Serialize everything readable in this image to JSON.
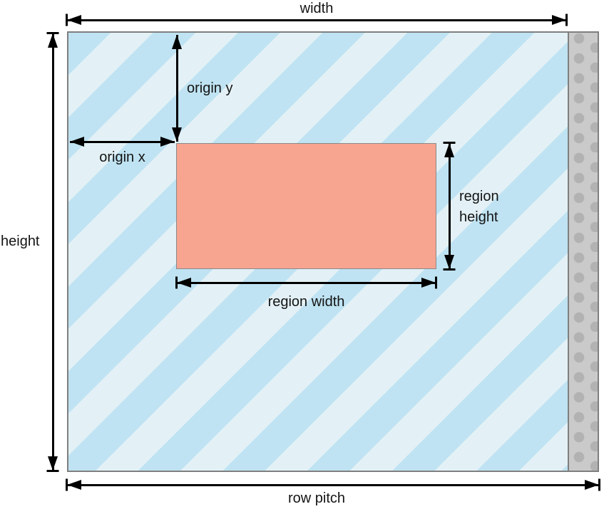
{
  "figure": {
    "labels": {
      "width": "width",
      "height": "height",
      "origin_y": "origin y",
      "origin_x": "origin x",
      "region_width": "region width",
      "region_height": "region\nheight",
      "row_pitch": "row pitch"
    },
    "colors": {
      "stripe_dark": "#bfe3f2",
      "stripe_light": "#e3f1f6",
      "region_fill": "#f7a491",
      "region_border": "#8a8a8a",
      "buffer_border": "#7f7f7f",
      "padding_fill": "#cacaca",
      "padding_dot": "#b2b2b2",
      "dimension_ink": "#000000",
      "page_background": "#ffffff"
    }
  }
}
